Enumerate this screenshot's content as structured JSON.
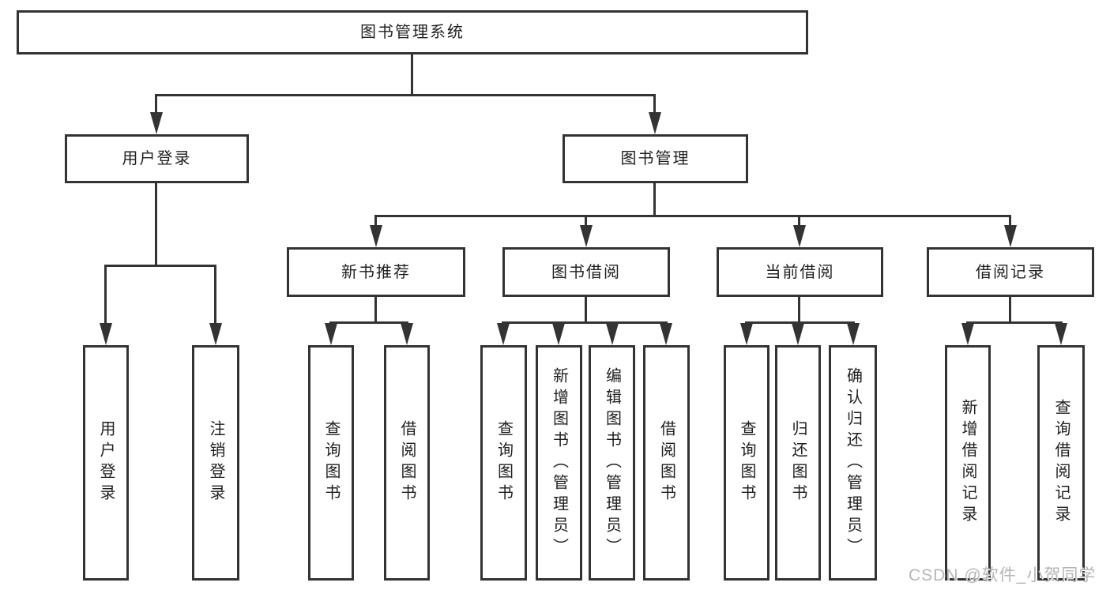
{
  "tree": {
    "root": {
      "label": "图书管理系统"
    },
    "children": [
      {
        "label": "用户登录",
        "children": [
          {
            "label": "用户登录"
          },
          {
            "label": "注销登录"
          }
        ]
      },
      {
        "label": "图书管理",
        "children": [
          {
            "label": "新书推荐",
            "children": [
              {
                "label": "查询图书"
              },
              {
                "label": "借阅图书"
              }
            ]
          },
          {
            "label": "图书借阅",
            "children": [
              {
                "label": "查询图书"
              },
              {
                "label": "新增图书（管理员）"
              },
              {
                "label": "编辑图书（管理员）"
              },
              {
                "label": "借阅图书"
              }
            ]
          },
          {
            "label": "当前借阅",
            "children": [
              {
                "label": "查询图书"
              },
              {
                "label": "归还图书"
              },
              {
                "label": "确认归还（管理员）"
              }
            ]
          },
          {
            "label": "借阅记录",
            "children": [
              {
                "label": "新增借阅记录"
              },
              {
                "label": "查询借阅记录"
              }
            ]
          }
        ]
      }
    ]
  },
  "watermark": {
    "text": "CSDN @软件_小贺同学"
  },
  "colors": {
    "line": "#333333",
    "text": "#1f1f1f",
    "background": "#ffffff",
    "watermark": "#b6b6b6"
  }
}
